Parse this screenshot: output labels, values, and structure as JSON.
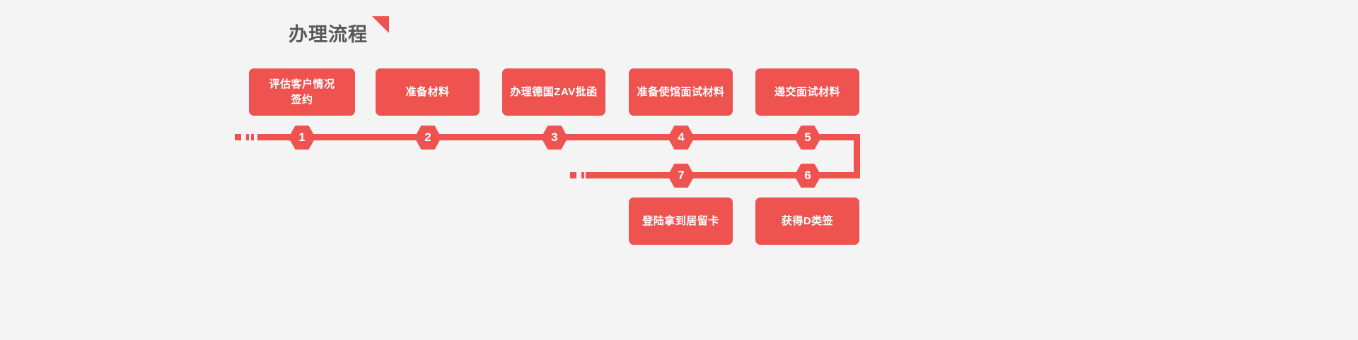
{
  "page": {
    "background_color": "#f4f4f4",
    "accent_color": "#ef5350",
    "title_color": "#58585a"
  },
  "header": {
    "title": "办理流程"
  },
  "flow": {
    "row1": {
      "boxes": [
        {
          "label": "评估客户情况\n签约"
        },
        {
          "label": "准备材料"
        },
        {
          "label": "办理德国ZAV批函"
        },
        {
          "label": "准备使馆面试材料"
        },
        {
          "label": "递交面试材料"
        }
      ],
      "badges": [
        "1",
        "2",
        "3",
        "4",
        "5"
      ]
    },
    "row2": {
      "boxes": [
        {
          "label": "登陆拿到居留卡"
        },
        {
          "label": "获得D类签"
        }
      ],
      "badges": [
        "7",
        "6"
      ]
    }
  }
}
